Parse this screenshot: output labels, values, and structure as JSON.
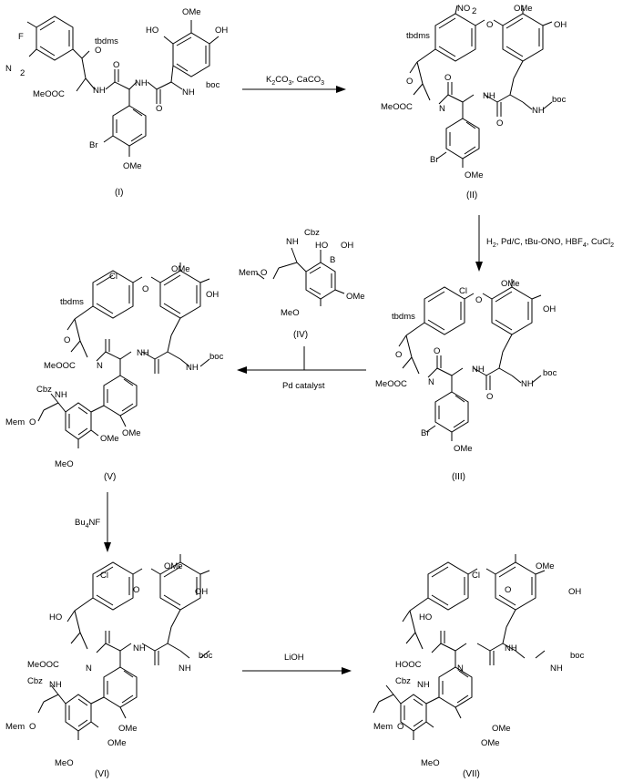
{
  "scheme": {
    "compounds": {
      "I": {
        "label": "(I)",
        "atoms": [
          "F",
          "O",
          "N",
          "tbdms",
          "MeOOC",
          "OMe",
          "HO",
          "OH",
          "NH",
          "NH",
          "NH",
          "boc",
          "O",
          "O",
          "Br",
          "OMe",
          "2"
        ]
      },
      "II": {
        "label": "(II)",
        "atoms": [
          "NO",
          "2",
          "OMe",
          "O",
          "OH",
          "tbdms",
          "O",
          "MeOOC",
          "N",
          "NH",
          "NH",
          "boc",
          "O",
          "O",
          "Br",
          "OMe"
        ]
      },
      "III": {
        "label": "(III)",
        "atoms": [
          "Cl",
          "OMe",
          "O",
          "OH",
          "tbdms",
          "O",
          "MeOOC",
          "N",
          "NH",
          "NH",
          "boc",
          "O",
          "O",
          "Br",
          "OMe"
        ]
      },
      "IV": {
        "label": "(IV)",
        "atoms": [
          "NH",
          "Cbz",
          "HO",
          "B",
          "OH",
          "Mem",
          "O",
          "OMe",
          "MeO"
        ]
      },
      "V": {
        "label": "(V)",
        "atoms": [
          "Cl",
          "OMe",
          "O",
          "OH",
          "tbdms",
          "O",
          "MeOOC",
          "N",
          "NH",
          "NH",
          "boc",
          "Cbz",
          "NH",
          "Mem",
          "O",
          "OMe",
          "OMe",
          "MeO"
        ]
      },
      "VI": {
        "label": "(VI)",
        "atoms": [
          "Cl",
          "OMe",
          "O",
          "OH",
          "HO",
          "MeOOC",
          "N",
          "NH",
          "NH",
          "boc",
          "Cbz",
          "NH",
          "Mem",
          "O",
          "OMe",
          "OMe",
          "MeO"
        ]
      },
      "VII": {
        "label": "(VII)",
        "atoms": [
          "Cl",
          "OMe",
          "O",
          "OH",
          "HO",
          "HOOC",
          "N",
          "NH",
          "NH",
          "boc",
          "Cbz",
          "NH",
          "Mem",
          "O",
          "OMe",
          "OMe",
          "MeO"
        ]
      }
    },
    "reagents": {
      "step1": {
        "parts": [
          "K",
          "2",
          "CO",
          "3",
          ", CaCO",
          "3"
        ]
      },
      "step2": {
        "parts": [
          "H",
          "2",
          ", Pd/C, tBu-ONO, HBF",
          "4",
          ", CuCl",
          "2"
        ]
      },
      "step3": {
        "text": "Pd catalyst"
      },
      "step4": {
        "parts": [
          "Bu",
          "4",
          "NF"
        ]
      },
      "step5": {
        "text": "LiOH"
      }
    }
  }
}
